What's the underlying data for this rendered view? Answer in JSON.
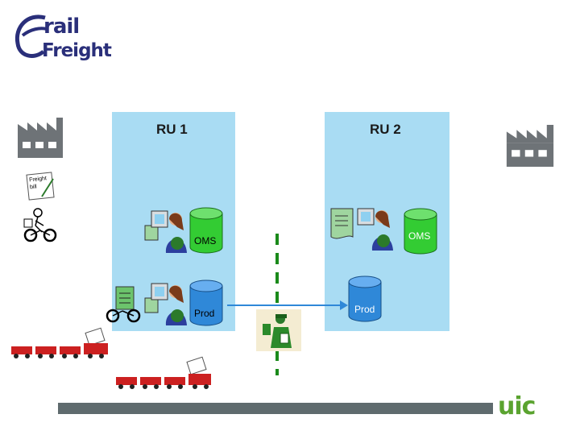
{
  "logo": {
    "rail": "rail",
    "freight": "Freight",
    "prefix": "e"
  },
  "columns": [
    {
      "title": "RU 1",
      "db_top": "OMS",
      "db_bottom": "Prod"
    },
    {
      "title": "RU 2",
      "db_top": "OMS",
      "db_bottom": "Prod"
    }
  ],
  "freight_note": {
    "line1": "Freight",
    "line2": "bill"
  },
  "uic_logo": "uic",
  "colors": {
    "column_bg": "#a9dcf3",
    "oms_db": "#33cc33",
    "prod_db": "#2f88d8",
    "arrow": "#2f88d8",
    "separator": "#1a8a1a",
    "factory": "#6e7377",
    "train": "#cc2020",
    "bottom_bar": "#5f6b6e",
    "logo": "#2a2f7a",
    "uic_logo": "#5aa32f"
  }
}
